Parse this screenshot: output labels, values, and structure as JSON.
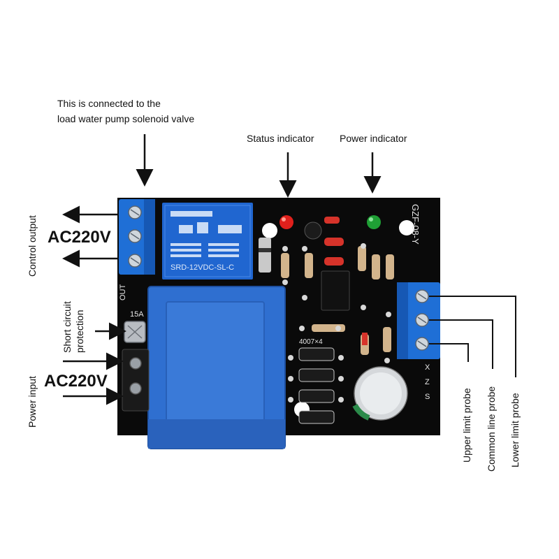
{
  "labels": {
    "load_line1": "This is connected to the",
    "load_line2": "load water pump solenoid valve",
    "status_indicator": "Status indicator",
    "power_indicator": "Power indicator",
    "control_output": "Control output",
    "ac_top": "AC220V",
    "ac_bottom": "AC220V",
    "short_circuit_1": "Short circuit",
    "short_circuit_2": "protection",
    "power_input": "Power input",
    "upper_probe": "Upper limit probe",
    "common_probe": "Common line probe",
    "lower_probe": "Lower limit probe"
  },
  "board": {
    "model": "GZF-08-Y",
    "relay_text": "SRD-12VDC-SL-C",
    "fuse": "15A",
    "out": "OUT",
    "diode_text": "4007×4",
    "pin_x": "X",
    "pin_z": "Z",
    "pin_s": "S"
  },
  "colors": {
    "pcb": "#0a0a0a",
    "terminal_blue": "#1f6fd6",
    "transformer_blue": "#2f6fd0",
    "led_red": "#e0201c",
    "led_green": "#1fa035"
  }
}
